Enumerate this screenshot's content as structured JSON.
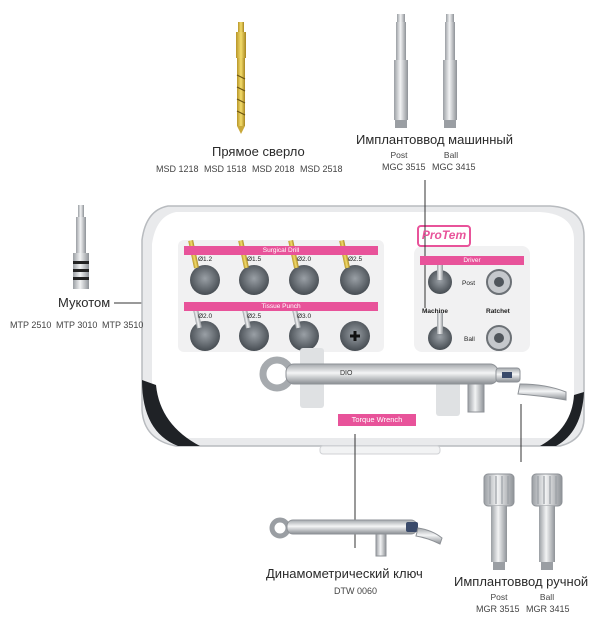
{
  "straight_drill": {
    "title": "Прямое сверло",
    "codes": [
      "MSD 1218",
      "MSD 1518",
      "MSD 2018",
      "MSD 2518"
    ]
  },
  "machine_driver": {
    "title": "Имплантоввод машинный",
    "variants": [
      {
        "label": "Post",
        "code": "MGC 3515"
      },
      {
        "label": "Ball",
        "code": "MGC 3415"
      }
    ]
  },
  "mucotome": {
    "title": "Мукотом",
    "codes": [
      "MTP 2510",
      "MTP 3010",
      "MTP 3510"
    ]
  },
  "tray": {
    "brand": "ProTem",
    "surgical_drill_label": "Surgical Drill",
    "drill_sizes": [
      "Ø1.2",
      "Ø1.5",
      "Ø2.0",
      "Ø2.5"
    ],
    "tissue_punch_label": "Tissue Punch",
    "punch_sizes": [
      "Ø2.0",
      "Ø2.5",
      "Ø3.0"
    ],
    "driver_label": "Driver",
    "post_label": "Post",
    "machine_label": "Machine",
    "ratchet_label": "Ratchet",
    "ball_label": "Ball",
    "torque_wrench_label": "Torque Wrench",
    "wrench_engraving": "DIO"
  },
  "torque_wrench": {
    "title": "Динамометрический ключ",
    "code": "DTW 0060"
  },
  "manual_driver": {
    "title": "Имплантоввод ручной",
    "variants": [
      {
        "label": "Post",
        "code": "MGR 3515"
      },
      {
        "label": "Ball",
        "code": "MGR 3415"
      }
    ]
  }
}
